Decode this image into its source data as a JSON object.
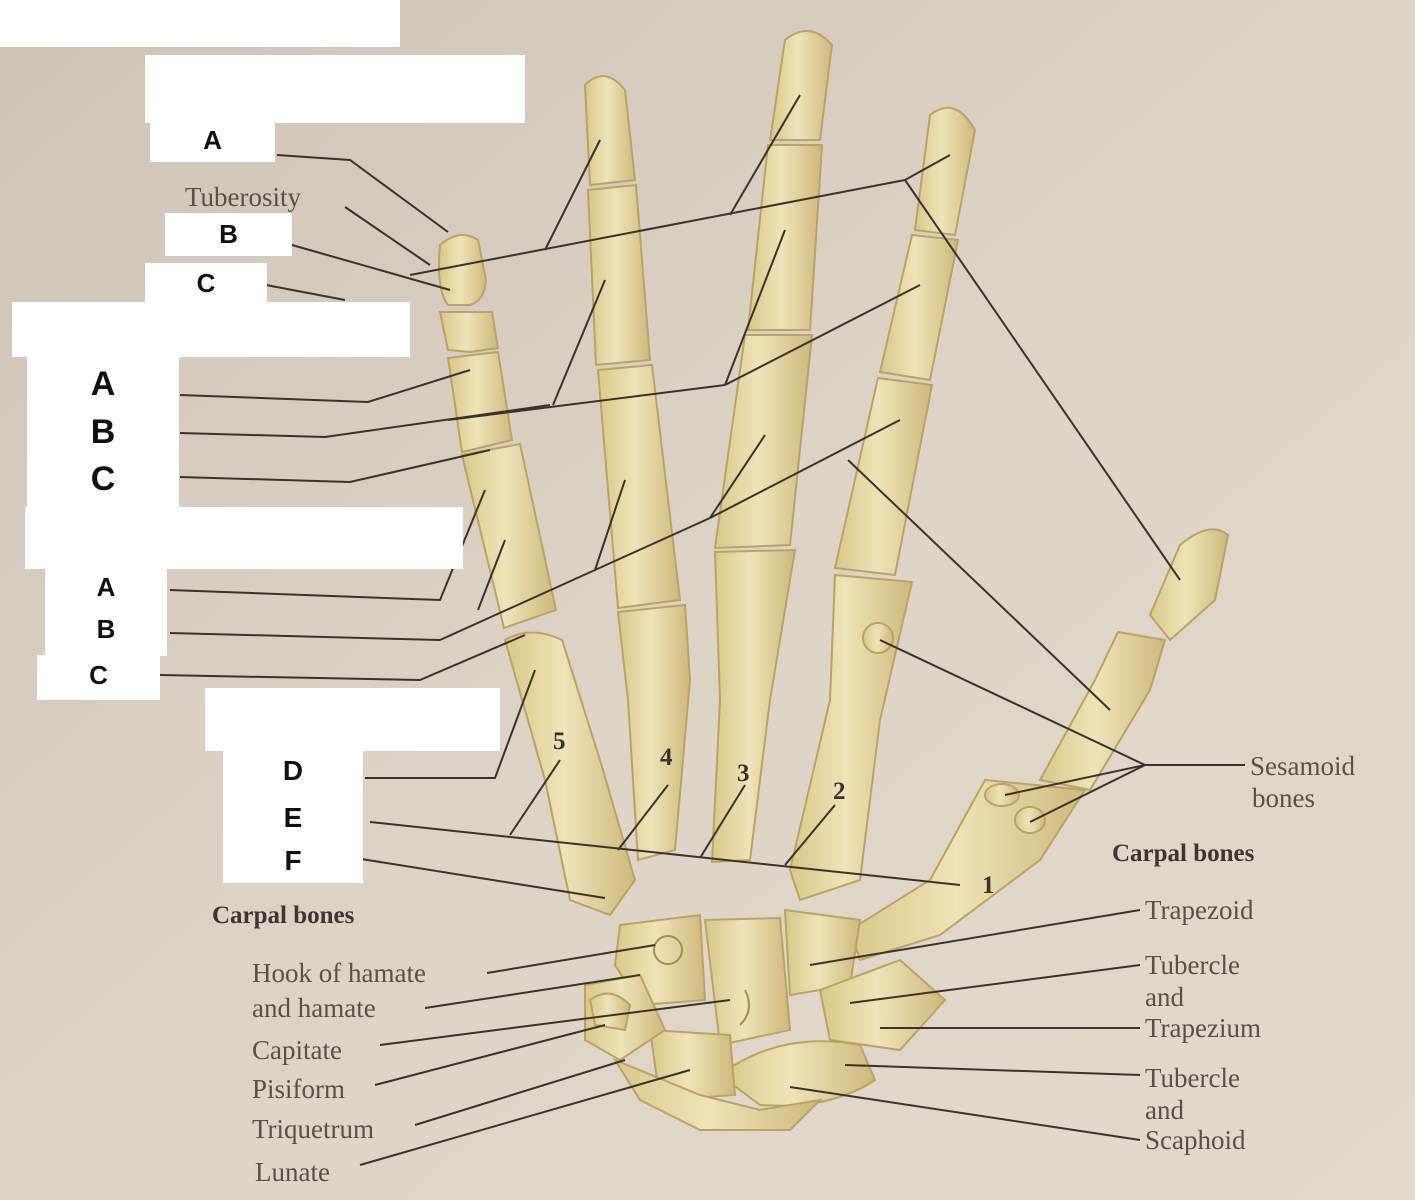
{
  "colors": {
    "background": "#d9cfc1",
    "bone": "#e8dca6",
    "bone_shadow": "#c7b477",
    "leader_line": "#3a322c",
    "label_text": "#5a5048",
    "box": "#ffffff"
  },
  "blank_labels": {
    "top_group": {
      "a": "A",
      "b": "B",
      "c": "C"
    },
    "middle_group": {
      "a": "A",
      "b": "B",
      "c": "C"
    },
    "lower_group": {
      "a": "A",
      "b": "B",
      "c": "C"
    },
    "metacarpal_group": {
      "d": "D",
      "e": "E",
      "f": "F"
    }
  },
  "labels": {
    "tuberosity": "Tuberosity",
    "sesamoid_bones": [
      "Sesamoid",
      "bones"
    ],
    "carpal_bones_right": "Carpal bones",
    "carpal_bones_left": "Carpal bones",
    "hook_of_hamate": [
      "Hook of hamate",
      "and hamate"
    ],
    "capitate": "Capitate",
    "pisiform": "Pisiform",
    "triquetrum": "Triquetrum",
    "lunate": "Lunate",
    "trapezoid": "Trapezoid",
    "trapezium": [
      "Tubercle",
      "and",
      "Trapezium"
    ],
    "scaphoid": [
      "Tubercle",
      "and",
      "Scaphoid"
    ]
  },
  "metacarpal_numbers": [
    "5",
    "4",
    "3",
    "2",
    "1"
  ]
}
